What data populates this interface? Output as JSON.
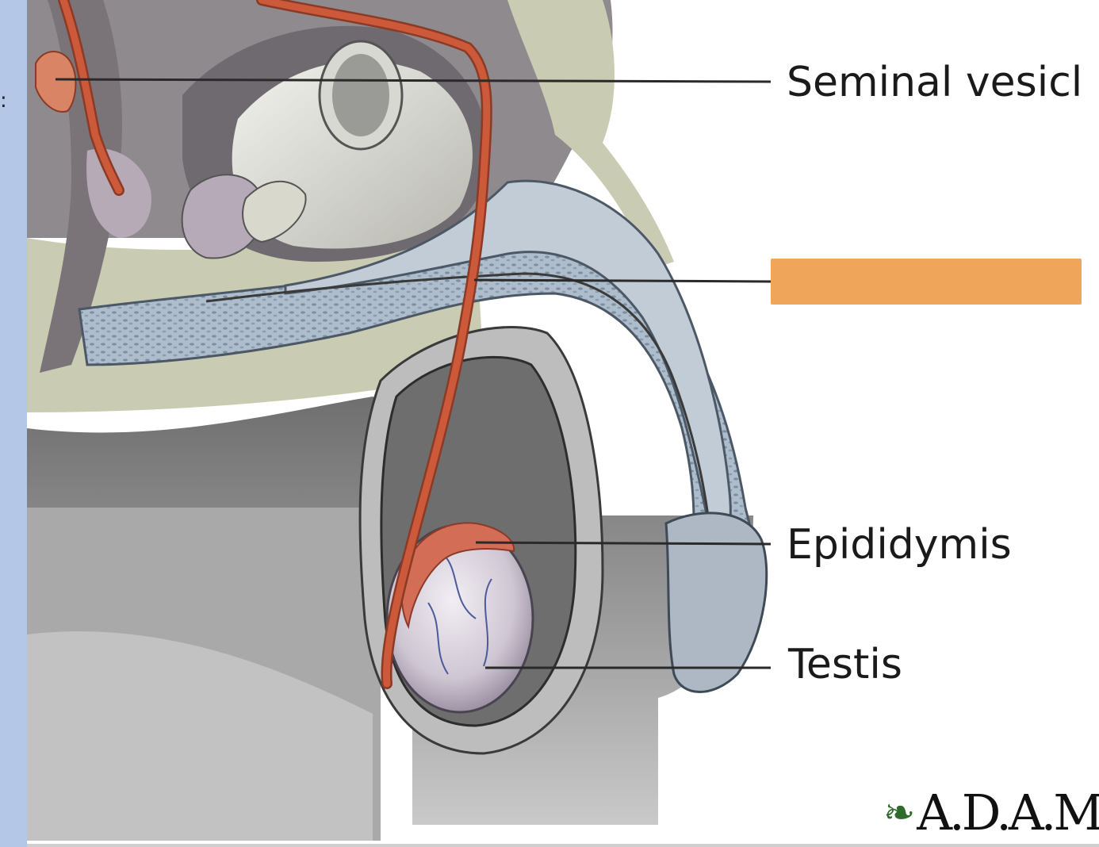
{
  "labels": {
    "seminal_vesicle": "Seminal vesicl",
    "epididymis": "Epididymis",
    "testis": "Testis",
    "hidden_label": ""
  },
  "logo": {
    "text": "A.D.A.M",
    "icon": "leaf-icon"
  },
  "colors": {
    "sidebar": "#b4c7e7",
    "label_cover": "#f0a65a",
    "vas_deferens": "#c8482a",
    "tissue_blue": "#aab8c6",
    "skin": "#8c8c8c"
  }
}
